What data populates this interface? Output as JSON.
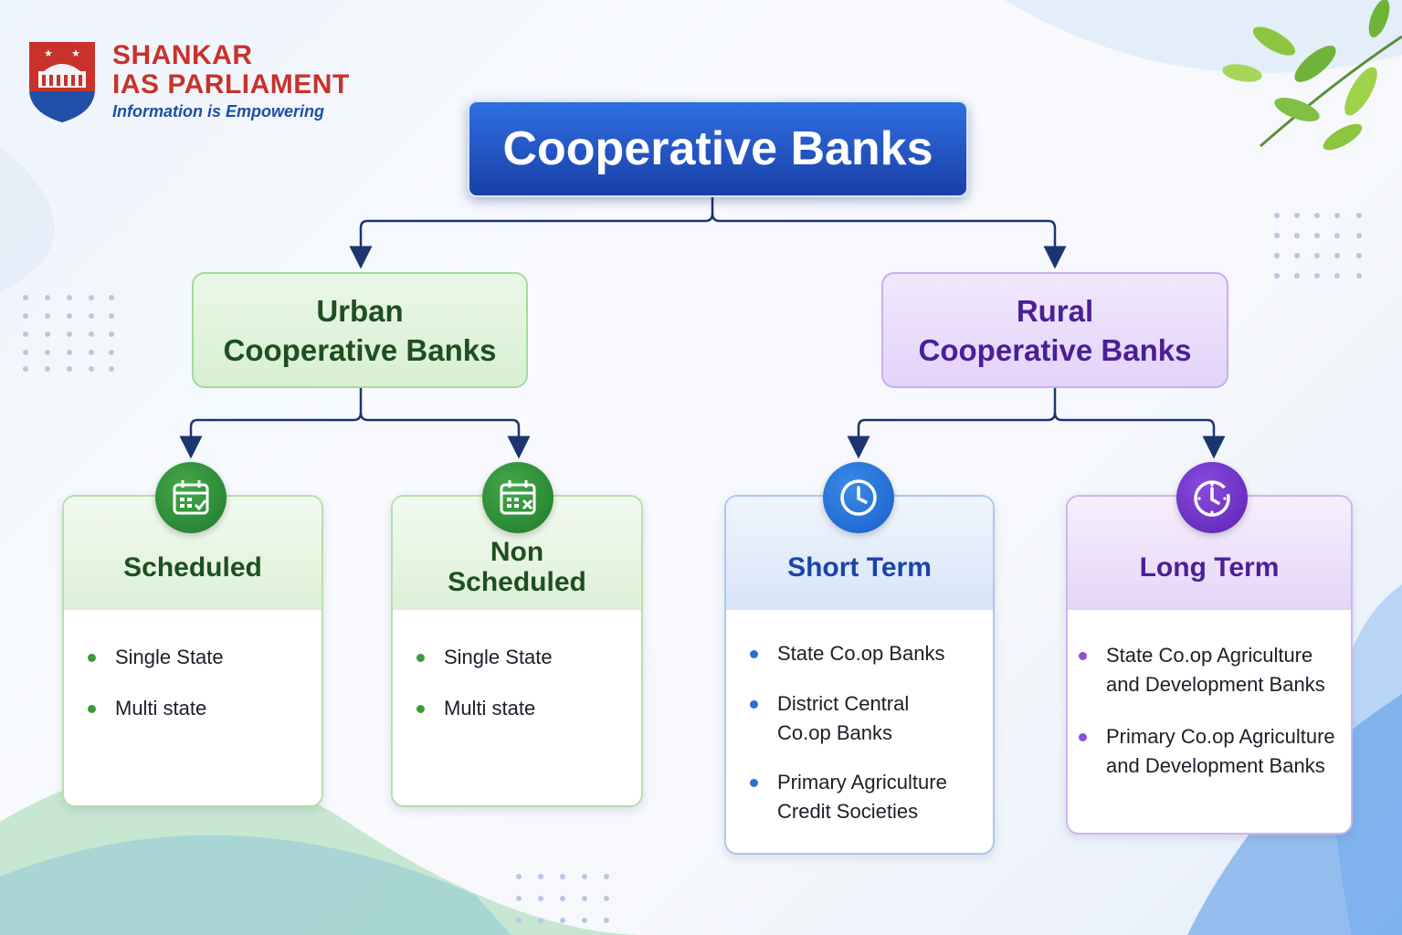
{
  "logo": {
    "line1": "SHANKAR",
    "line2": "IAS PARLIAMENT",
    "tagline": "Information is Empowering"
  },
  "title": "Cooperative Banks",
  "categories": [
    {
      "line1": "Urban",
      "line2": "Cooperative Banks"
    },
    {
      "line1": "Rural",
      "line2": "Cooperative Banks"
    }
  ],
  "cards": [
    {
      "title_line1": "Scheduled",
      "title_line2": "",
      "icon": "calendar-check-icon",
      "items": [
        "Single State",
        "Multi state"
      ]
    },
    {
      "title_line1": "Non",
      "title_line2": "Scheduled",
      "icon": "calendar-x-icon",
      "items": [
        "Single State",
        "Multi state"
      ]
    },
    {
      "title_line1": "Short Term",
      "title_line2": "",
      "icon": "clock-icon",
      "items": [
        {
          "line1": "State Co.op Banks",
          "line2": ""
        },
        {
          "line1": "District Central",
          "line2": "Co.op Banks"
        },
        {
          "line1": "Primary Agriculture",
          "line2": "Credit Societies"
        }
      ]
    },
    {
      "title_line1": "Long Term",
      "title_line2": "",
      "icon": "timer-icon",
      "items": [
        {
          "line1": "State Co.op Agriculture",
          "line2": "and Development Banks"
        },
        {
          "line1": "Primary Co.op Agriculture",
          "line2": "and Development Banks"
        }
      ]
    }
  ],
  "colors": {
    "title_bg": "#1f4fc0",
    "urban_green": "#1e4f20",
    "rural_purple": "#4a1f96",
    "short_blue": "#1a45a8",
    "connector": "#1c3570"
  }
}
